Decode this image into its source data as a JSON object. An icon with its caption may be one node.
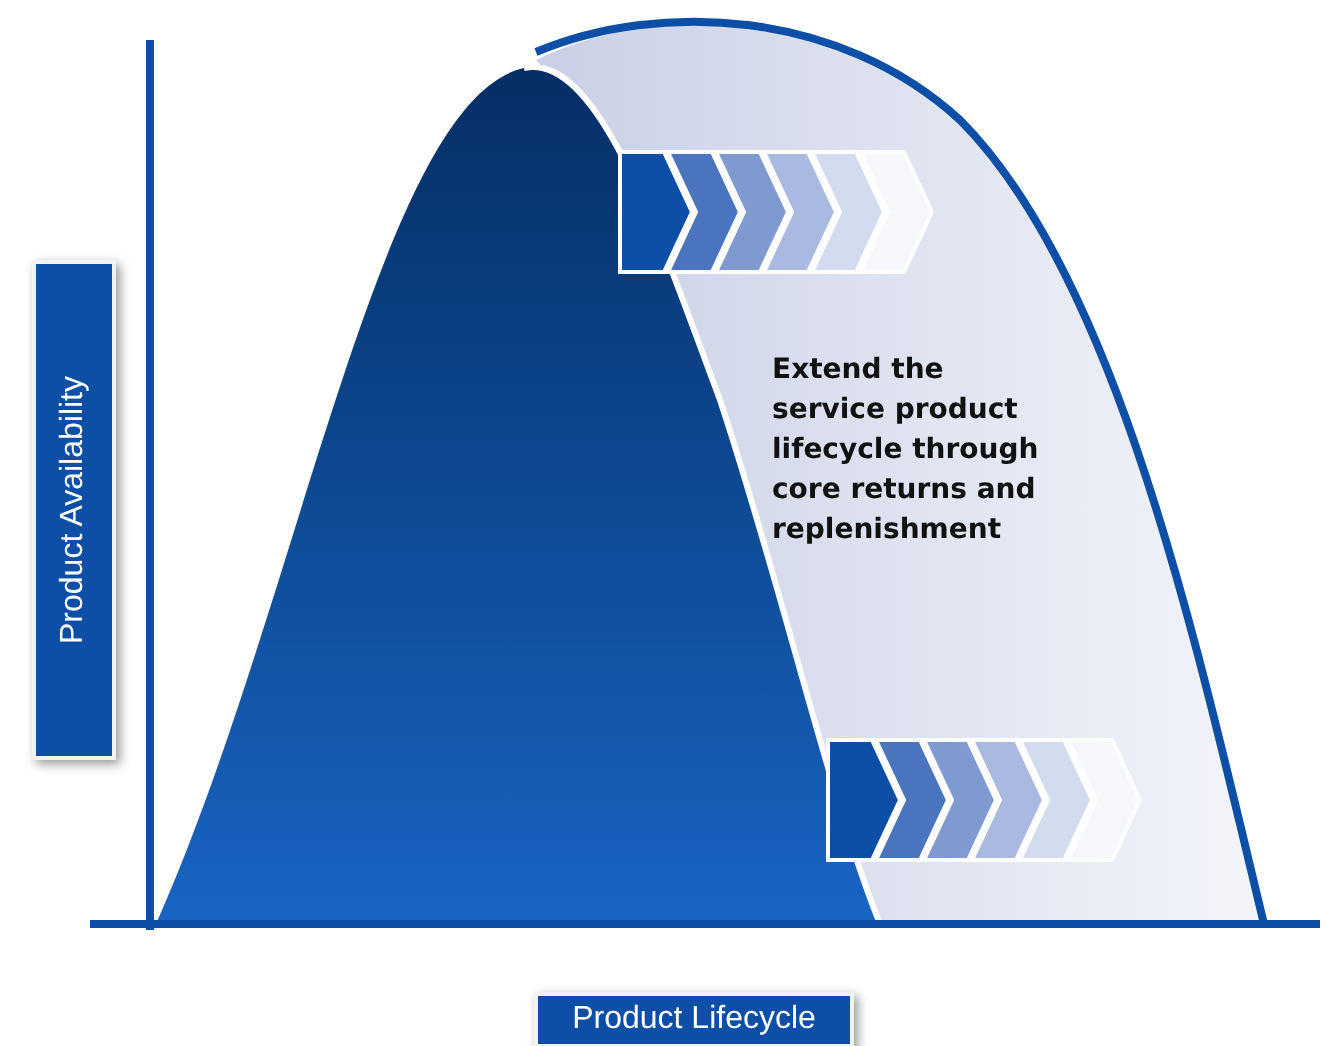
{
  "diagram": {
    "nodes": [
      {
        "text": [
          "Product Availability"
        ]
      },
      {
        "text": [
          "Product Lifecycle"
        ]
      }
    ],
    "labels": [
      "Extend the service product lifecycle through core returns and replenishment"
    ]
  }
}
